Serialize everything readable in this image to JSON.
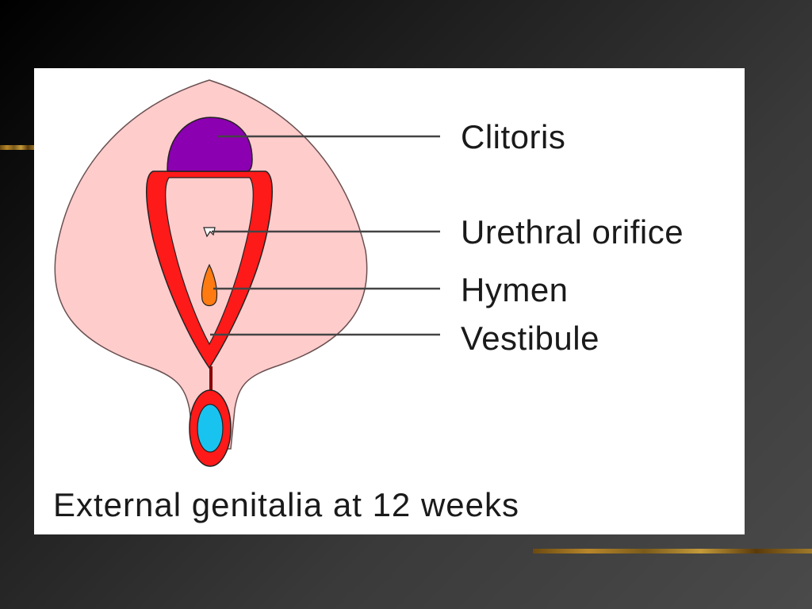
{
  "diagram": {
    "labels": {
      "clitoris": "Clitoris",
      "urethral_orifice": "Urethral orifice",
      "hymen": "Hymen",
      "vestibule": "Vestibule"
    },
    "caption": "External genitalia at 12 weeks"
  },
  "colors": {
    "slide_background_dark": "#000000",
    "slide_background_light": "#4a4a4a",
    "accent_bar": "#b8862a",
    "panel_background": "#ffffff",
    "outer_region": "#ffcccc",
    "clitoris": "#8b00b0",
    "folds": "#ff1a1a",
    "hymen": "#ff7a10",
    "anal_center": "#19c3f0",
    "leader_lines": "#444444"
  }
}
